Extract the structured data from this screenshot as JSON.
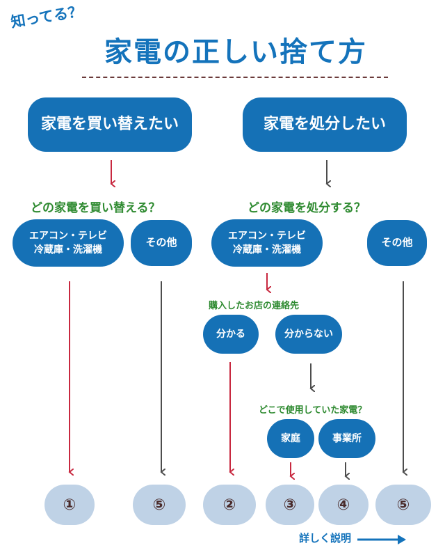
{
  "header": {
    "subtitle": "知ってる？",
    "title": "家電の正しい捨て方"
  },
  "left_branch": {
    "start": "家電を買い替えたい",
    "question": "どの家電を買い替える？",
    "options": [
      {
        "line1": "エアコン・テレビ",
        "line2": "冷蔵庫・洗濯機"
      },
      {
        "line1": "その他"
      }
    ]
  },
  "right_branch": {
    "start": "家電を処分したい",
    "question": "どの家電を処分する？",
    "options": [
      {
        "line1": "エアコン・テレビ",
        "line2": "冷蔵庫・洗濯機"
      },
      {
        "line1": "その他"
      }
    ],
    "sub_question": "購入したお店の連絡先",
    "sub_options": [
      "分かる",
      "分からない"
    ],
    "sub_question2": "どこで使用していた家電？",
    "sub_options2": [
      "家庭",
      "事業所"
    ]
  },
  "results": [
    "①",
    "⑤",
    "②",
    "③",
    "④",
    "⑤"
  ],
  "footer": {
    "text": "詳しく説明"
  },
  "colors": {
    "primary_blue": "#1571b6",
    "result_fill": "#bfd2e6",
    "question_green": "#2e8a30",
    "arrow_red": "#c8283f",
    "arrow_gray": "#4d4d4d",
    "rule_brown": "#6b3b3b"
  }
}
